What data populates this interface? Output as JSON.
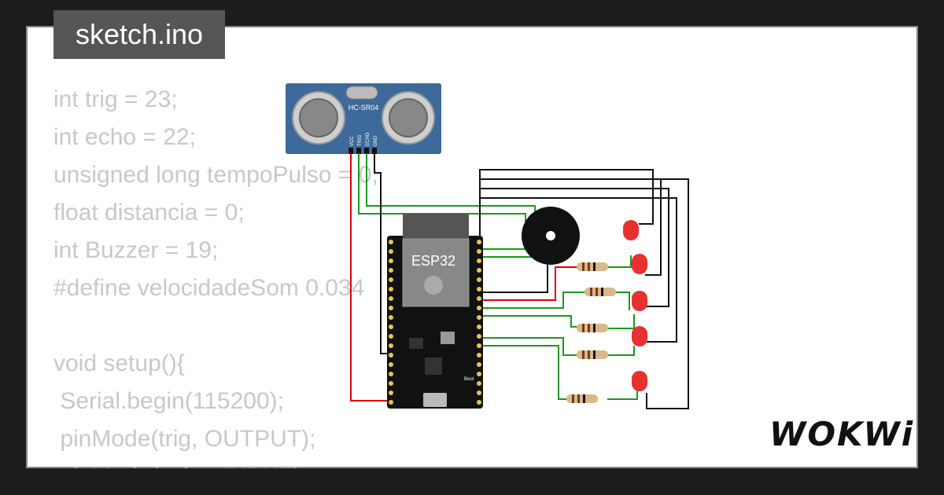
{
  "tab": {
    "filename": "sketch.ino"
  },
  "code": {
    "lines": [
      "int trig = 23;",
      "int echo = 22;",
      "unsigned long tempoPulso = 0;",
      "float distancia = 0;",
      "int Buzzer = 19;",
      "#define velocidadeSom 0.034",
      "",
      "void setup(){",
      " Serial.begin(115200);",
      " pinMode(trig, OUTPUT);",
      " pinMode(echo, INPUT);"
    ]
  },
  "sensor": {
    "label": "HC-SR04",
    "pins": [
      "VCC",
      "TRIG",
      "ECHO",
      "GND"
    ]
  },
  "board": {
    "label": "ESP32",
    "boot_label": "Boot"
  },
  "logo": {
    "text": "WOKWi"
  },
  "colors": {
    "wire_red": "#e00000",
    "wire_green": "#1a9a1a",
    "wire_black": "#111111",
    "sensor_blue": "#3d6a9a",
    "board_black": "#111111",
    "led_red": "#e83030"
  }
}
